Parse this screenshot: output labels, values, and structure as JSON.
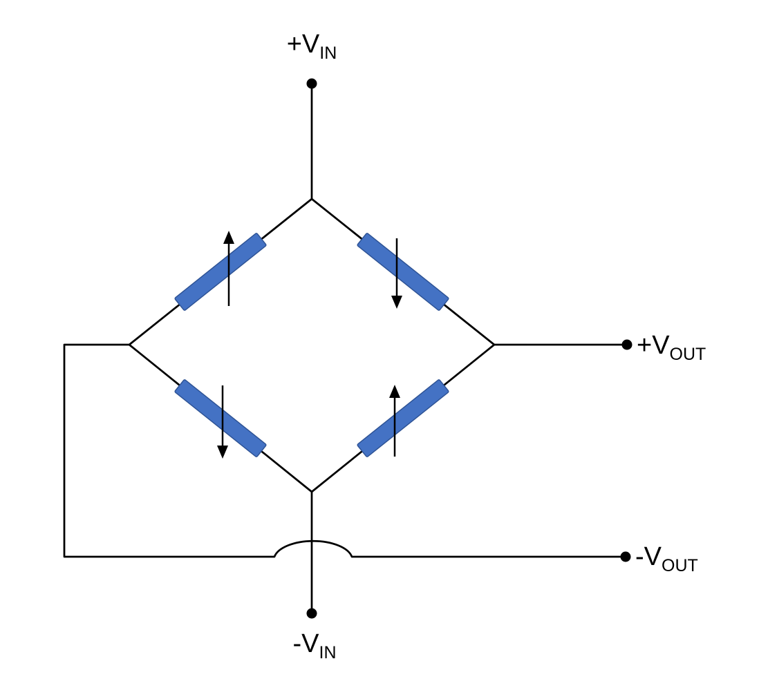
{
  "diagram": {
    "type": "wheatstone-bridge-strain-gauge-circuit",
    "colors": {
      "wire": "#000000",
      "gauge_fill": "#4472C4",
      "gauge_border": "#2E5395",
      "background": "#FFFFFF",
      "text": "#000000"
    },
    "terminals": {
      "vin_pos": {
        "main": "+V",
        "sub": "IN"
      },
      "vin_neg": {
        "main": "-V",
        "sub": "IN"
      },
      "vout_pos": {
        "main": "+V",
        "sub": "OUT"
      },
      "vout_neg": {
        "main": "-V",
        "sub": "OUT"
      }
    },
    "gauges": [
      {
        "position": "top-left",
        "arrow_direction": "up"
      },
      {
        "position": "top-right",
        "arrow_direction": "down"
      },
      {
        "position": "bottom-left",
        "arrow_direction": "down"
      },
      {
        "position": "bottom-right",
        "arrow_direction": "up"
      }
    ]
  }
}
